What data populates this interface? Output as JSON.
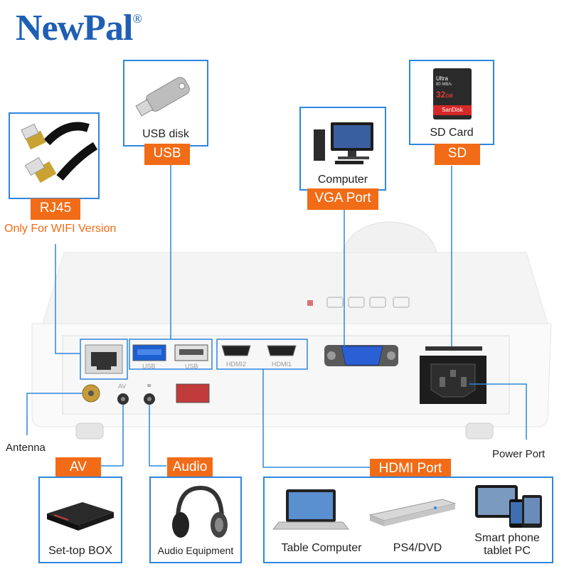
{
  "brand": {
    "name": "NewPal",
    "mark": "®"
  },
  "peripherals": {
    "rj45": {
      "tag": "RJ45",
      "note": "Only For WIFI Version",
      "icon": "ethernet-cable-icon"
    },
    "usb": {
      "caption": "USB disk",
      "tag": "USB",
      "icon": "usb-stick-icon"
    },
    "vga": {
      "caption": "Computer",
      "tag": "VGA Port",
      "icon": "desktop-computer-icon"
    },
    "sd": {
      "caption": "SD Card",
      "tag": "SD",
      "icon": "sd-card-icon",
      "card_brand": "SanDisk",
      "card_line": "Ultra",
      "card_capacity": "32",
      "card_unit": "GB",
      "card_speed": "80 MB/s"
    },
    "antenna": {
      "label": "Antenna"
    },
    "power": {
      "label": "Power Port"
    },
    "av": {
      "tag": "AV",
      "caption": "Set-top BOX",
      "icon": "set-top-box-icon",
      "jack_label": "AV"
    },
    "audio": {
      "tag": "Audio",
      "caption": "Audio Equipment",
      "icon": "headphones-icon"
    },
    "hdmi": {
      "tag": "HDMI Port",
      "icon": "hdmi-devices-icon",
      "devices": [
        "Table Computer",
        "PS4/DVD",
        "Smart phone\ntablet PC"
      ]
    }
  },
  "device_ports": {
    "usb1": "USB",
    "usb2": "USB",
    "hdmi2": "HDMI2",
    "hdmi1": "HDMI1"
  },
  "colors": {
    "accent": "#f26b16",
    "frame": "#2e86de",
    "brand": "#1e5fb4"
  }
}
